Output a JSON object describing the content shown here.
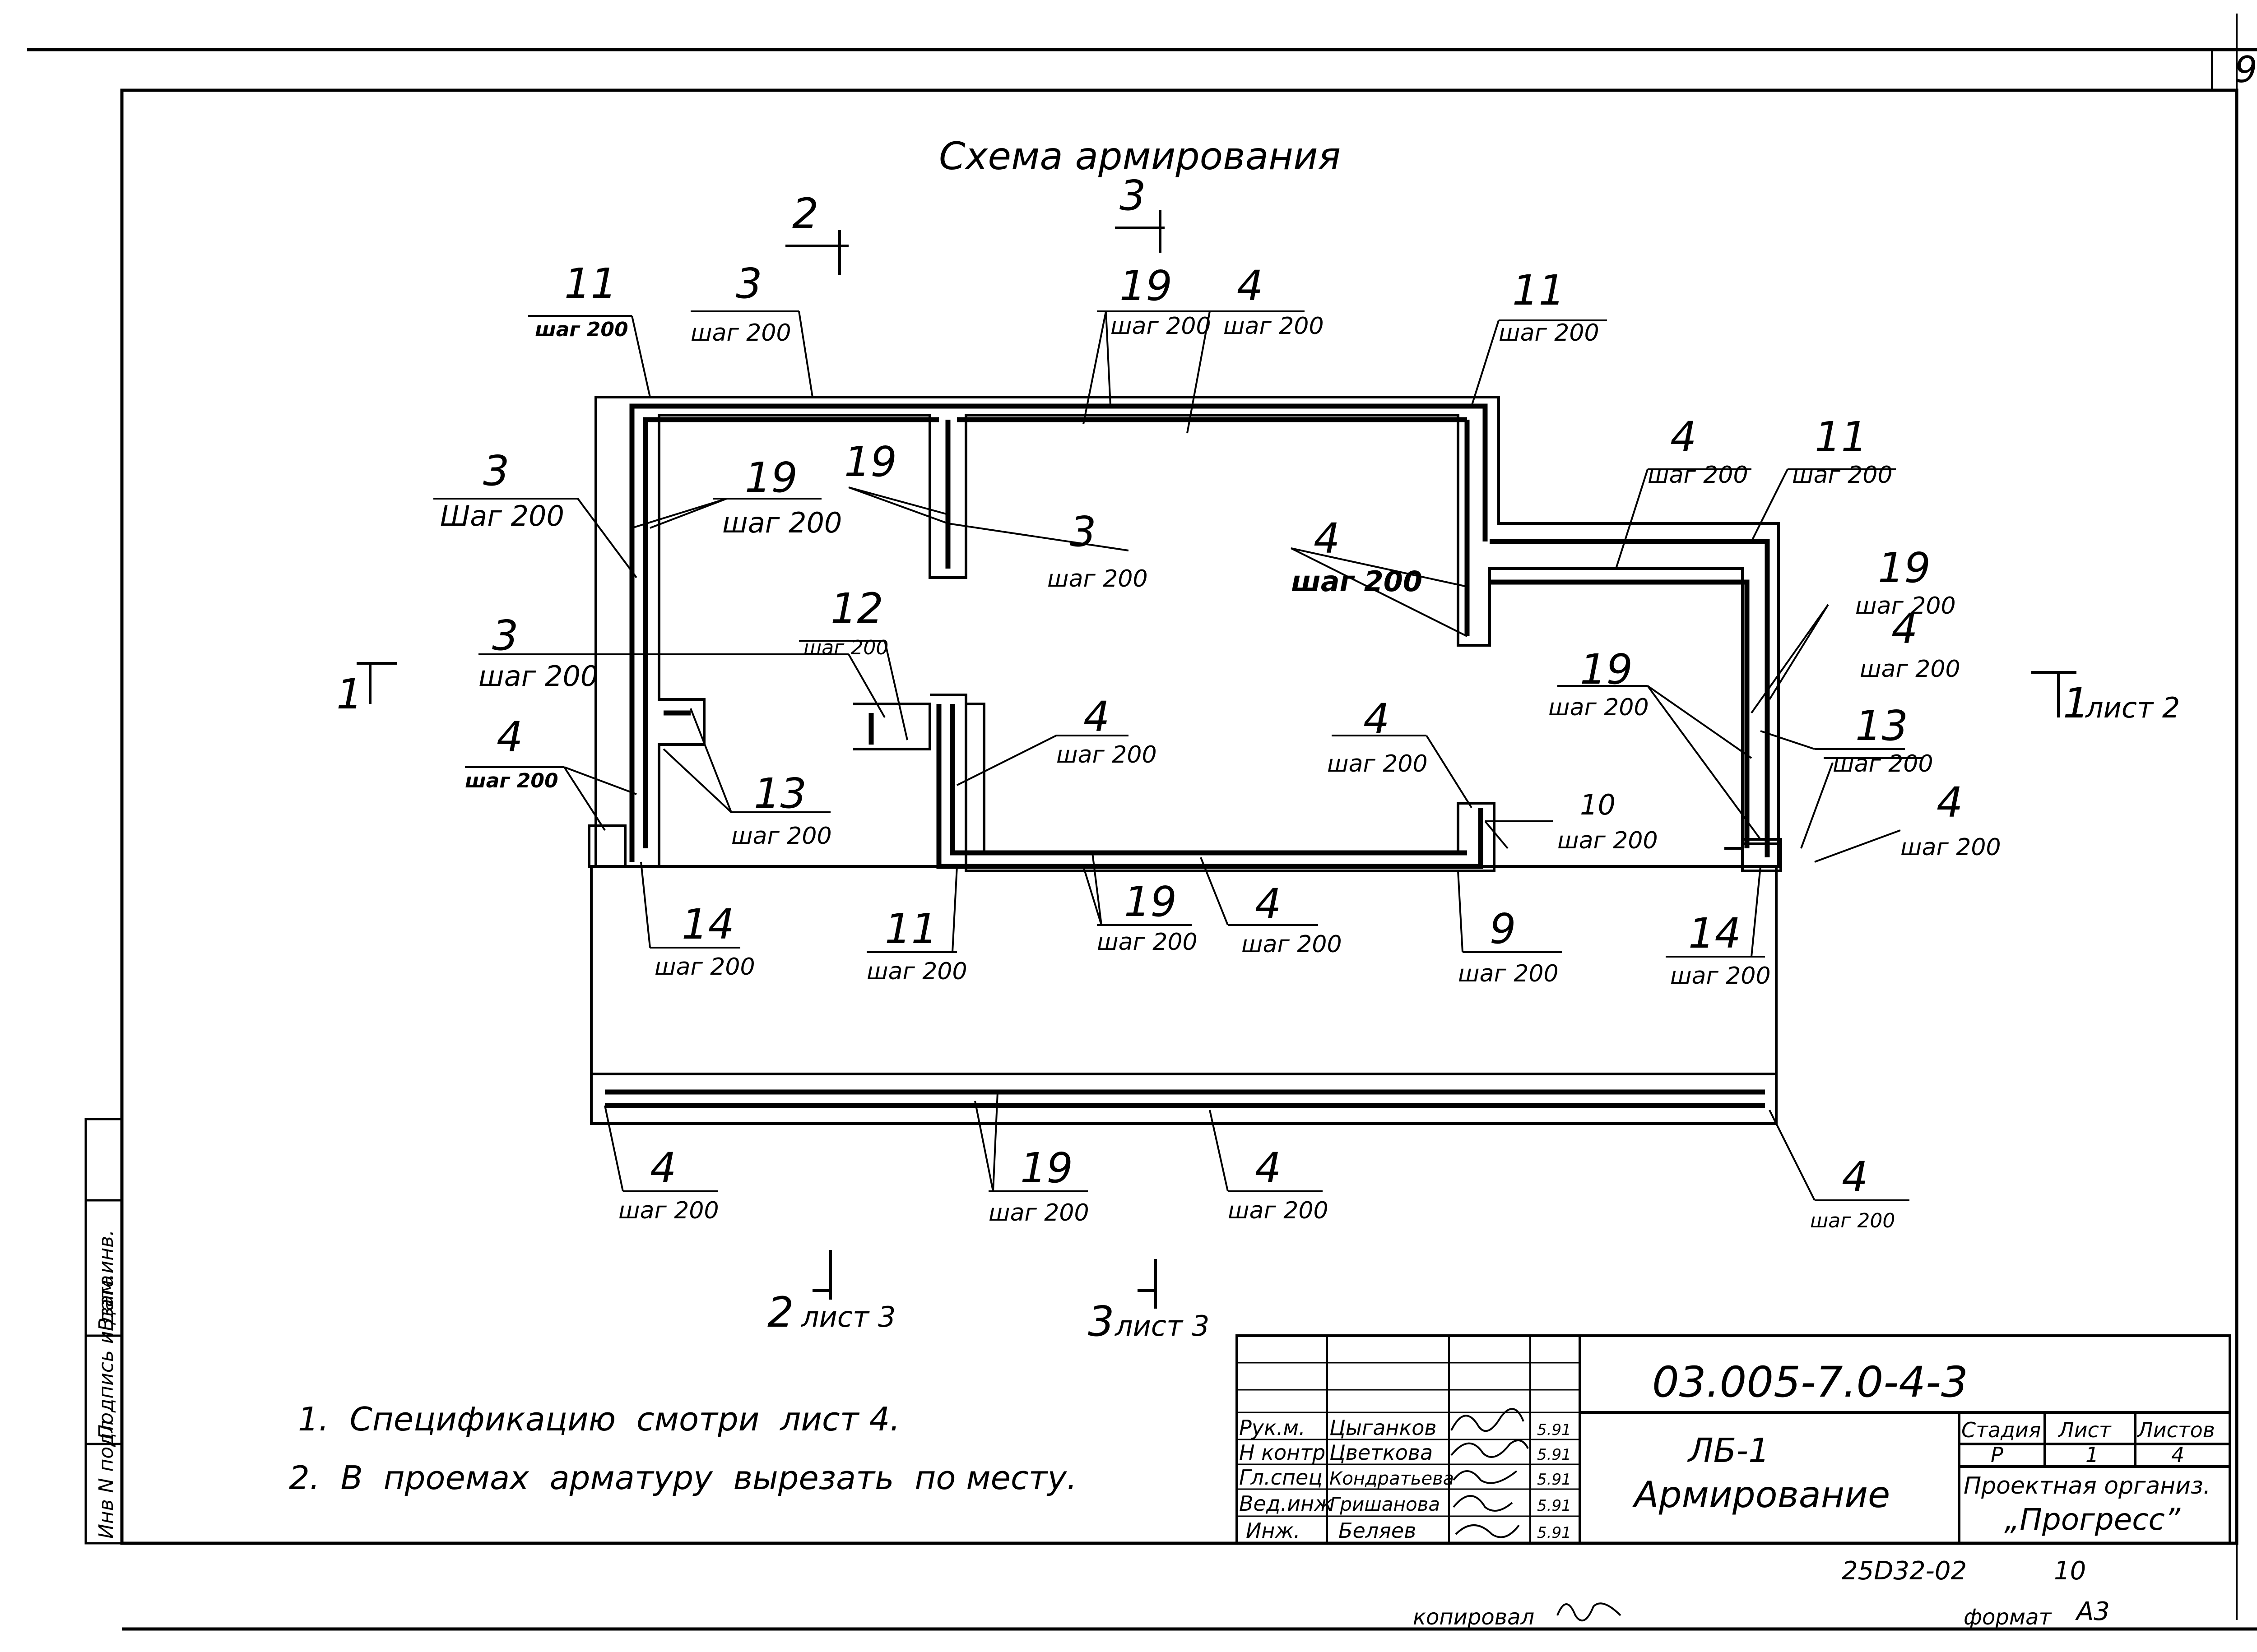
{
  "sheet_number": "9",
  "title": "Схема армирования",
  "cut_marks": {
    "cut2_top": "2",
    "cut3_top": "3",
    "cut1_left": "1",
    "cut1_right": "1",
    "cut1_right_sheet": "лист 2",
    "cut2_bottom": "2",
    "cut2_bottom_sheet": "лист 3",
    "cut3_bottom": "3",
    "cut3_bottom_sheet": "лист 3"
  },
  "callouts": [
    {
      "num": "11",
      "step": "шаг 200"
    },
    {
      "num": "3",
      "step": "шаг 200"
    },
    {
      "num": "19",
      "step": "шаг 200"
    },
    {
      "num": "4",
      "step": "шаг 200"
    },
    {
      "num": "11",
      "step": "шаг 200"
    },
    {
      "num": "4",
      "step": "шаг 200"
    },
    {
      "num": "11",
      "step": "шаг 200"
    },
    {
      "num": "3",
      "step": "Шаг 200"
    },
    {
      "num": "19",
      "step": "шаг 200"
    },
    {
      "num": "19",
      "step": ""
    },
    {
      "num": "3",
      "step": "шаг 200"
    },
    {
      "num": "4",
      "step": "шаг 200"
    },
    {
      "num": "19",
      "step": "шаг 200"
    },
    {
      "num": "12",
      "step": "шаг 200"
    },
    {
      "num": "3",
      "step": "шаг 200"
    },
    {
      "num": "4",
      "step": "шаг 200"
    },
    {
      "num": "4",
      "step": "шаг 200"
    },
    {
      "num": "13",
      "step": "шаг 200"
    },
    {
      "num": "4",
      "step": "шаг 200"
    },
    {
      "num": "4",
      "step": "шаг 200"
    },
    {
      "num": "13",
      "step": "шаг 200"
    },
    {
      "num": "19",
      "step": "шаг 200"
    },
    {
      "num": "10",
      "step": "шаг 200"
    },
    {
      "num": "4",
      "step": "шаг 200"
    },
    {
      "num": "14",
      "step": "шаг 200"
    },
    {
      "num": "11",
      "step": "шаг 200"
    },
    {
      "num": "19",
      "step": "шаг 200"
    },
    {
      "num": "4",
      "step": "шаг 200"
    },
    {
      "num": "9",
      "step": "шаг 200"
    },
    {
      "num": "14",
      "step": "шаг 200"
    },
    {
      "num": "4",
      "step": "шаг 200"
    },
    {
      "num": "19",
      "step": "шаг 200"
    },
    {
      "num": "4",
      "step": "шаг 200"
    },
    {
      "num": "4",
      "step": "шаг 200"
    }
  ],
  "notes": [
    "1.  Спецификацию  смотри  лист 4.",
    "2.  В  проемах  арматуру  вырезать  по месту."
  ],
  "side_stamps": [
    "Инв N подл",
    "Подпись и дата",
    "Взам.инв."
  ],
  "title_block": {
    "document_code": "03.005-7.0-4-3",
    "object_name": "ЛБ-1",
    "sheet_title": "Армирование",
    "stage_header": "Стадия",
    "sheet_header": "Лист",
    "sheets_header": "Листов",
    "stage": "Р",
    "sheet": "1",
    "sheets": "4",
    "organization_line1": "Проектная организ.",
    "organization_line2": "„Прогресс”",
    "signatures": [
      {
        "role": "Рук.м.",
        "name": "Цыганков",
        "date": "5.91"
      },
      {
        "role": "Н контр",
        "name": "Цветкова",
        "date": "5.91"
      },
      {
        "role": "Гл.спец",
        "name": "Кондратьева",
        "date": "5.91"
      },
      {
        "role": "Вед.инж",
        "name": "Гришанова",
        "date": "5.91"
      },
      {
        "role": "Инж.",
        "name": "Беляев",
        "date": "5.91"
      }
    ]
  },
  "archive_number": "25D32-02",
  "archive_page": "10",
  "copied_label": "копировал",
  "format_label": "формат",
  "format_value": "А3"
}
